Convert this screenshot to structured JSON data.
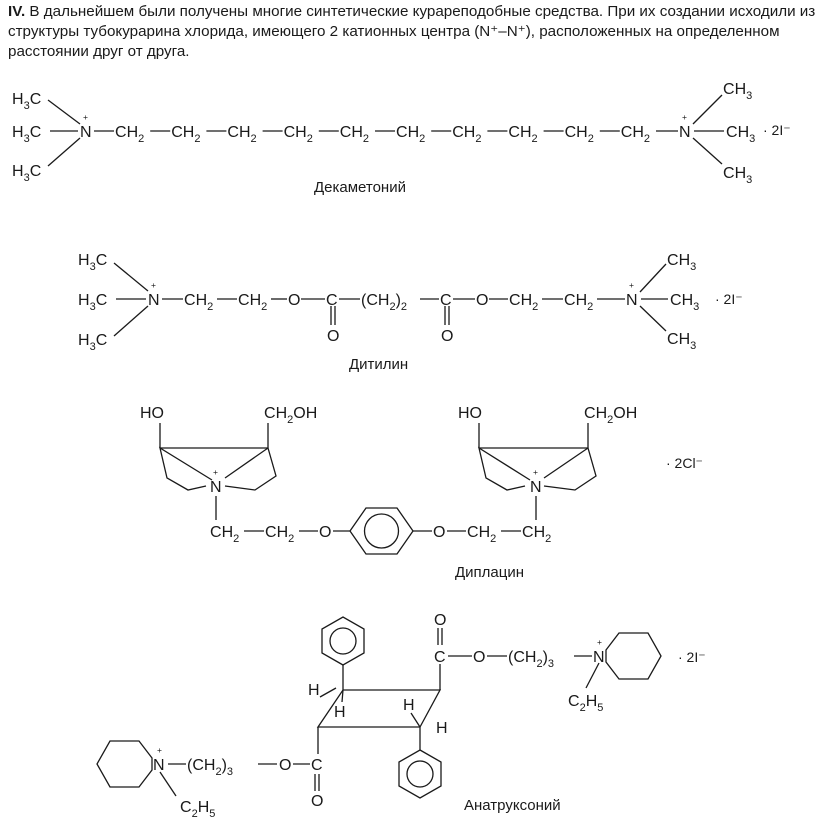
{
  "intro": {
    "label": "IV.",
    "text": "В дальнейшем были получены многие синтетические курареподобные средства. При их создании исходили из структуры тубокурарина хлорида, имеющего 2 катионных центра (N⁺–N⁺), расположенных на определенном расстоянии друг от друга."
  },
  "compounds": [
    {
      "name": "Декаметоний",
      "salt": "· 2I⁻"
    },
    {
      "name": "Дитилин",
      "salt": "· 2I⁻"
    },
    {
      "name": "Диплацин",
      "salt": "· 2Cl⁻"
    },
    {
      "name": "Анатруксоний",
      "salt": "· 2I⁻"
    }
  ],
  "atoms": {
    "H": "H",
    "C": "C",
    "N": "N",
    "O": "O",
    "Cl": "Cl",
    "I": "I",
    "sub2": "2",
    "sub3": "3",
    "sub5": "5",
    "plus": "+",
    "HO": "HO",
    "OH": "OH",
    "CH": "CH",
    "O_link": "O"
  }
}
